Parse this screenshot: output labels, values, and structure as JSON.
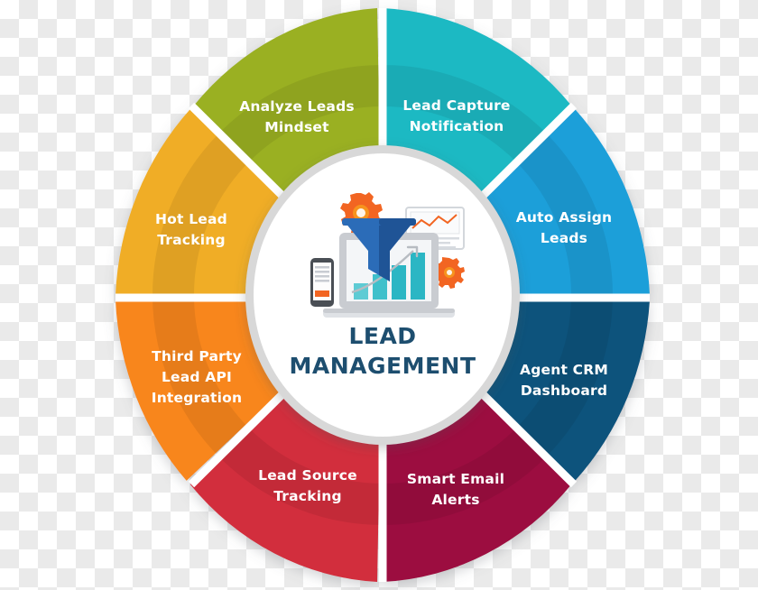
{
  "center": {
    "title_line1": "LEAD",
    "title_line2": "MANAGEMENT",
    "title_color": "#1d4e6f",
    "icon_name": "lead-management-dashboard-icon"
  },
  "chart_data": {
    "type": "pie",
    "title": "LEAD MANAGEMENT",
    "legend_position": "on-slice",
    "categories": [
      "Lead Capture Notification",
      "Auto Assign Leads",
      "Agent CRM Dashboard",
      "Smart Email Alerts",
      "Lead Source Tracking",
      "Third Party Lead API Integration",
      "Hot Lead Tracking",
      "Analyze Leads Mindset"
    ],
    "values": [
      12.5,
      12.5,
      12.5,
      12.5,
      12.5,
      12.5,
      12.5,
      12.5
    ],
    "colors": [
      "#1db9c3",
      "#1a9fd9",
      "#11537c",
      "#9c0f41",
      "#d22f3e",
      "#f8861c",
      "#f0ad28",
      "#9ab023"
    ]
  },
  "segments": [
    {
      "id": "lead-capture-notification",
      "lines": [
        "Lead Capture",
        "Notification"
      ],
      "color": "#1db9c3",
      "shade": "#19a7b0",
      "start_angle": 0,
      "end_angle": 45
    },
    {
      "id": "auto-assign-leads",
      "lines": [
        "Auto Assign",
        "Leads"
      ],
      "color": "#1a9fd9",
      "shade": "#1790c4",
      "start_angle": 45,
      "end_angle": 90
    },
    {
      "id": "agent-crm-dashboard",
      "lines": [
        "Agent CRM",
        "Dashboard"
      ],
      "color": "#11537c",
      "shade": "#0e4a6f",
      "start_angle": 90,
      "end_angle": 135
    },
    {
      "id": "smart-email-alerts",
      "lines": [
        "Smart Email",
        "Alerts"
      ],
      "color": "#9c0f41",
      "shade": "#8c0d3a",
      "start_angle": 135,
      "end_angle": 180
    },
    {
      "id": "lead-source-tracking",
      "lines": [
        "Lead Source",
        "Tracking"
      ],
      "color": "#d22f3e",
      "shade": "#bd2937",
      "start_angle": 180,
      "end_angle": 225
    },
    {
      "id": "third-party-lead-api-integration",
      "lines": [
        "Third Party",
        "Lead API",
        "Integration"
      ],
      "color": "#f8861c",
      "shade": "#ef7712",
      "start_angle": 225,
      "end_angle": 270
    },
    {
      "id": "hot-lead-tracking",
      "lines": [
        "Hot Lead",
        "Tracking"
      ],
      "color": "#f0ad28",
      "shade": "#e5a11d",
      "start_angle": 270,
      "end_angle": 315
    },
    {
      "id": "analyze-leads-mindset",
      "lines": [
        "Analyze Leads",
        "Mindset"
      ],
      "color": "#9ab023",
      "shade": "#8ba01d",
      "start_angle": 315,
      "end_angle": 360
    }
  ],
  "colors": {
    "ring_gap": "#ffffff",
    "inner_ring": "#d8d8d8",
    "center_fill": "#ffffff",
    "icon_funnel": "#2b6cb8",
    "icon_funnel_dark": "#1f5496",
    "icon_gear": "#f26522",
    "icon_gear_light": "#f7931e",
    "icon_bar": "#2bb6c4",
    "icon_bar_light": "#5ecbd4",
    "icon_laptop": "#c9ccd1",
    "icon_screen": "#f4f6f8",
    "icon_phone": "#4a4f55"
  }
}
